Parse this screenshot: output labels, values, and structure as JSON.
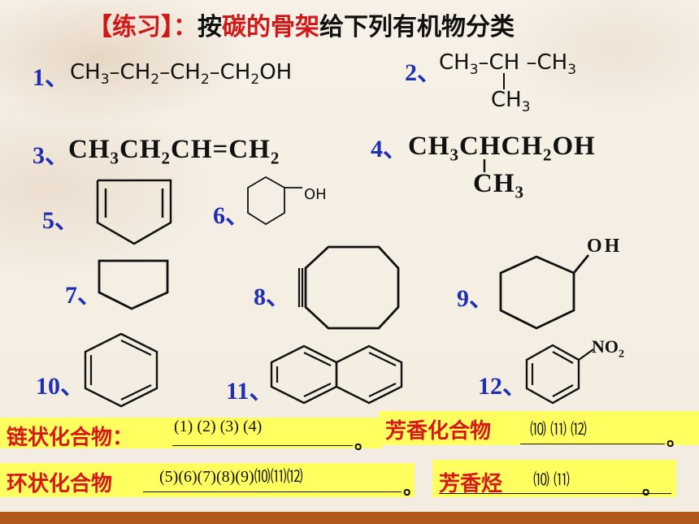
{
  "title": {
    "bracket_open": "【",
    "exercise": "练习",
    "bracket_close": "】",
    "colon": "：",
    "pre": "按",
    "highlight": "碳的骨架",
    "post": "给下列有机物分类"
  },
  "items": [
    {
      "number": "1、"
    },
    {
      "number": "2、"
    },
    {
      "number": "3、"
    },
    {
      "number": "4、"
    },
    {
      "number": "5、"
    },
    {
      "number": "6、"
    },
    {
      "number": "7、"
    },
    {
      "number": "8、"
    },
    {
      "number": "9、"
    },
    {
      "number": "10、"
    },
    {
      "number": "11、"
    },
    {
      "number": "12、"
    }
  ],
  "formulas": {
    "f1": {
      "ch3": "CH",
      "s3": "3",
      "ch2a": "CH",
      "s2a": "2",
      "ch2b": "CH",
      "s2b": "2",
      "ch2oh": "CH",
      "s2c": "2",
      "oh": "OH"
    },
    "f2": {
      "ch3a": "CH",
      "s3a": "3",
      "ch": "CH",
      "ch3b": "CH",
      "s3b": "3",
      "ch3c": "CH",
      "s3c": "3"
    },
    "f3": {
      "p1": "CH",
      "s1": "3",
      "p2": "CH",
      "s2": "2",
      "p3": "CH=CH",
      "s3": "2"
    },
    "f4": {
      "p1": "CH",
      "s1": "3",
      "p2": "CHCH",
      "s2": "2",
      "p3": "OH",
      "branch": "CH",
      "bs": "3"
    }
  },
  "labels": {
    "oh_small": "OH",
    "oh_large": "OH",
    "no2": "NO",
    "no2_sub": "2"
  },
  "answers": {
    "chain": {
      "label": "链状化合物：",
      "value": "(1) (2) (3) (4)",
      "end": "。"
    },
    "aromatic": {
      "label": "芳香化合物",
      "value": "⑽  ⑾  ⑿",
      "end": "。"
    },
    "cyclic": {
      "label": "环状化合物",
      "value": "(5)(6)(7)(8)(9)⑽⑾⑿",
      "end": "。"
    },
    "arene": {
      "label": "芳香烃",
      "value": "⑽  ⑾",
      "end": "。"
    }
  },
  "colors": {
    "number_blue": "#1f2fb5",
    "title_red": "#d01818",
    "answer_yellow": "#ffff60",
    "bar_brown": "#b25a1d"
  }
}
